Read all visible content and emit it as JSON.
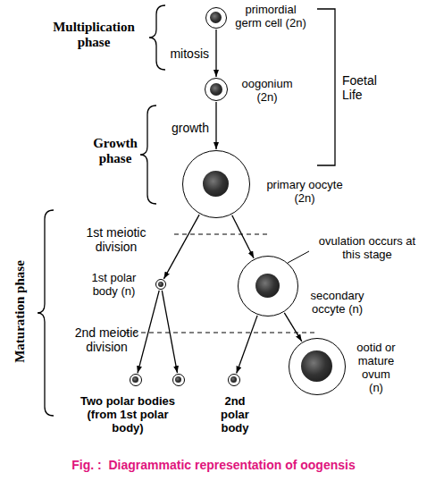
{
  "diagram": {
    "caption": "Fig. :  Diagrammatic representation of oogensis",
    "nodes": [
      {
        "text": [
          "primordial germ cell (2n)"
        ]
      },
      {
        "text": [
          "oogonium (2n)"
        ]
      },
      {
        "text": [
          "primary oocyte (2n)"
        ]
      },
      {
        "text": [
          "1st polar body (n)"
        ]
      },
      {
        "text": [
          "secondary occyte (n)"
        ]
      },
      {
        "text": [
          "Two polar bodies (from 1st polar body)"
        ]
      },
      {
        "text": []
      },
      {
        "text": [
          "2nd polar body"
        ]
      },
      {
        "text": [
          "ootid or mature ovum (n)"
        ]
      }
    ],
    "edges": [
      {
        "from": 0,
        "to": 1,
        "arrow": "to",
        "label": "mitosis"
      },
      {
        "from": 1,
        "to": 2,
        "arrow": "to",
        "label": "growth"
      },
      {
        "from": 2,
        "to": 3,
        "arrow": "to"
      },
      {
        "from": 2,
        "to": 4,
        "arrow": "to"
      },
      {
        "from": 3,
        "to": 5,
        "arrow": "to"
      },
      {
        "from": 3,
        "to": 6,
        "arrow": "to"
      },
      {
        "from": 4,
        "to": 7,
        "arrow": "to"
      },
      {
        "from": 4,
        "to": 8,
        "arrow": "to"
      }
    ],
    "labels": [
      "Multiplication phase",
      "Foetal Life",
      "Growth phase",
      "Maturation phase",
      "1st meiotic division",
      "ovulation occurs at this stage",
      "2nd meiotic division"
    ]
  }
}
